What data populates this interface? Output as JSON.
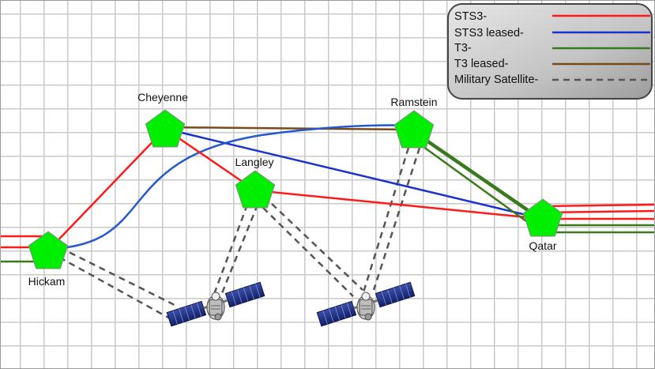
{
  "nodes": [
    {
      "id": "hickam",
      "label": "Hickam"
    },
    {
      "id": "cheyenne",
      "label": "Cheyenne"
    },
    {
      "id": "langley",
      "label": "Langley"
    },
    {
      "id": "ramstein",
      "label": "Ramstein"
    },
    {
      "id": "qatar",
      "label": "Qatar"
    }
  ],
  "legend": {
    "items": [
      {
        "label": "STS3-",
        "color": "#ff1a1a",
        "style": "solid"
      },
      {
        "label": "STS3 leased-",
        "color": "#1a33cc",
        "style": "solid"
      },
      {
        "label": "T3-",
        "color": "#3a7a1e",
        "style": "solid"
      },
      {
        "label": "T3 leased-",
        "color": "#7a4a1a",
        "style": "solid"
      },
      {
        "label": "Military Satellite-",
        "color": "#555555",
        "style": "dashed"
      }
    ]
  },
  "links": [
    {
      "from": "hickam",
      "to": "cheyenne",
      "type": "STS3-"
    },
    {
      "from": "cheyenne",
      "to": "langley",
      "type": "STS3-"
    },
    {
      "from": "langley",
      "to": "qatar",
      "type": "STS3-"
    },
    {
      "from": "cheyenne",
      "to": "qatar",
      "type": "STS3 leased-"
    },
    {
      "from": "hickam",
      "to": "ramstein",
      "type": "STS3 leased-"
    },
    {
      "from": "cheyenne",
      "to": "ramstein",
      "type": "T3 leased-"
    },
    {
      "from": "ramstein",
      "to": "qatar",
      "type": "T3-"
    },
    {
      "from": "hickam",
      "to": "satellite-1",
      "type": "Military Satellite-"
    },
    {
      "from": "langley",
      "to": "satellite-1",
      "type": "Military Satellite-"
    },
    {
      "from": "langley",
      "to": "satellite-2",
      "type": "Military Satellite-"
    },
    {
      "from": "ramstein",
      "to": "satellite-2",
      "type": "Military Satellite-"
    }
  ],
  "colors": {
    "node_fill": "#00ee00",
    "grid": "#c8c8c8",
    "legend_bg": "#c8c8c8",
    "satellite_panel": "#1a2a7a"
  },
  "icons": [
    "pentagon-node-icon",
    "satellite-icon"
  ]
}
